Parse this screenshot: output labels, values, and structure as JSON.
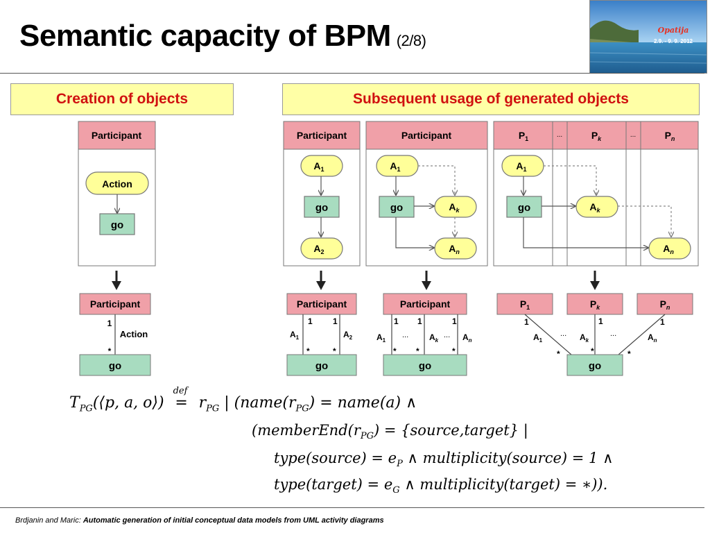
{
  "slide": {
    "title": "Semantic capacity of BPM",
    "page": "(2/8)",
    "photo_caption": "Opatija",
    "photo_dates": "2.9. - 9. 9. 2012"
  },
  "banners": {
    "creation": "Creation of objects",
    "usage": "Subsequent usage of generated objects"
  },
  "labels": {
    "participant": "Participant",
    "action": "Action",
    "go": "go",
    "a": "A",
    "p": "P",
    "sub1": "1",
    "sub2": "2",
    "subk": "k",
    "subn": "n",
    "dots": "...",
    "mult_one": "1",
    "mult_many": "*"
  },
  "formula": {
    "line1_lhs": "T",
    "line1_lhs_sub": "PG",
    "line1_args": "(⟨p, a, o⟩)",
    "def": "def",
    "eq": "=",
    "line1_r": "r",
    "line1_r_sub": "PG",
    "line1_rest": "| (name(r",
    "line1_rest2": ") = name(a) ∧",
    "line2": "(memberEnd(r",
    "line2b": ") = {source,target} |",
    "line3": "type(source) = e",
    "line3_sub": "P",
    "line3b": " ∧ multiplicity(source) = 1 ∧",
    "line4": "type(target) = e",
    "line4_sub": "G",
    "line4b": " ∧ multiplicity(target) = ∗)).",
    "sub_pg": "PG"
  },
  "footer": {
    "authors": "Brdjanin and Maric:",
    "paper": "Automatic generation of initial conceptual data models  from UML activity diagrams"
  },
  "colors": {
    "participant_fill": "#f0a0a8",
    "action_fill": "#ffff99",
    "go_fill": "#a8dcc0",
    "title_red": "#d01010",
    "banner_bg": "#ffffa6"
  }
}
